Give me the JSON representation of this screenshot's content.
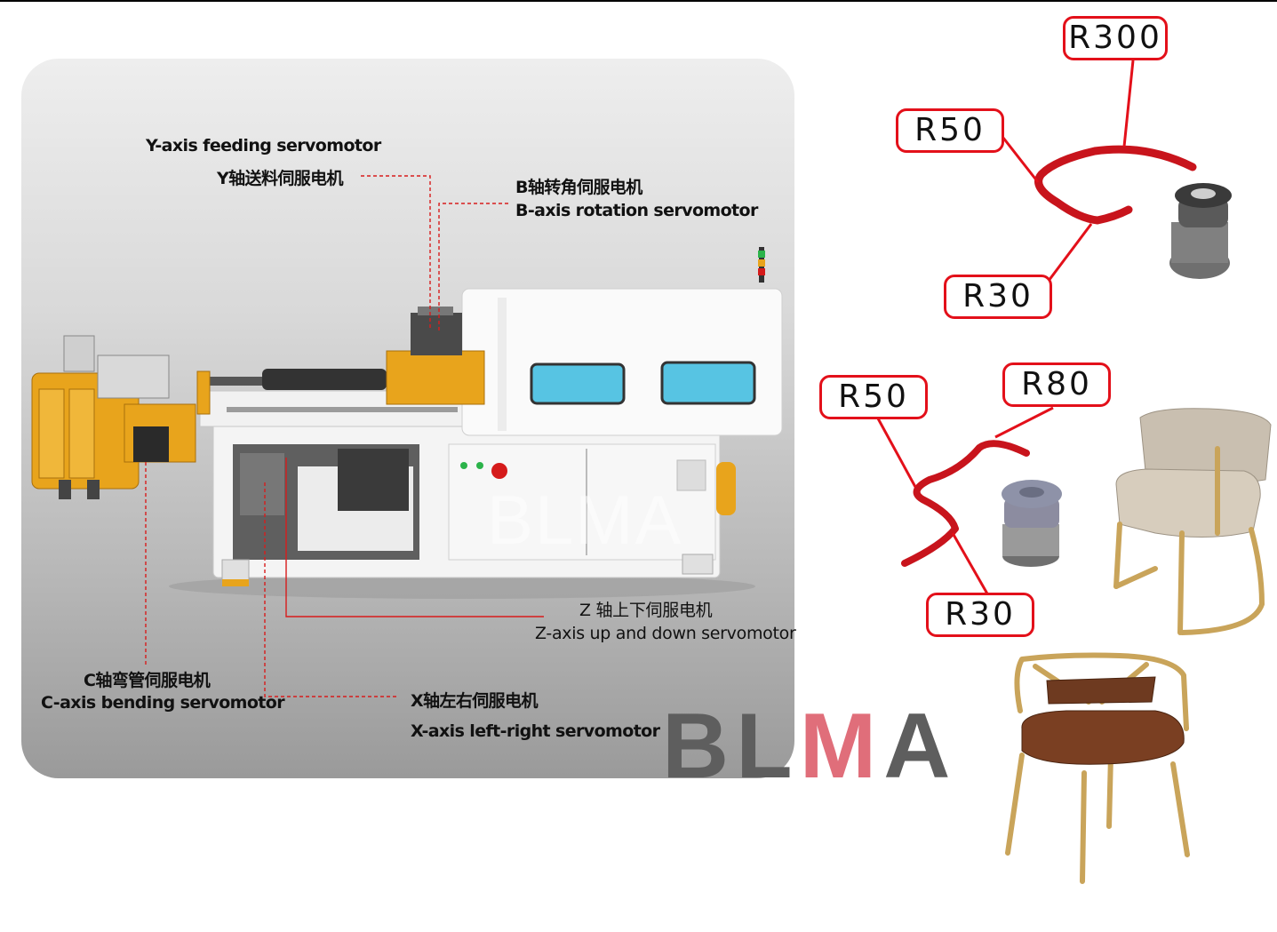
{
  "machine": {
    "labels": {
      "y_axis_en": "Y-axis feeding servomotor",
      "y_axis_cn": "Y轴送料伺服电机",
      "b_axis_cn": "B轴转角伺服电机",
      "b_axis_en": "B-axis rotation servomotor",
      "z_axis_cn": "Z 轴上下伺服电机",
      "z_axis_en": "Z-axis up and down servomotor",
      "c_axis_cn": "C轴弯管伺服电机",
      "c_axis_en": "C-axis bending servomotor",
      "x_axis_cn": "X轴左右伺服电机",
      "x_axis_en": "X-axis left-right servomotor"
    },
    "watermark": "BLMA"
  },
  "bends": {
    "top": {
      "r300": "R300",
      "r50": "R50",
      "r30": "R30"
    },
    "middle": {
      "r50": "R50",
      "r80": "R80",
      "r30": "R30"
    }
  },
  "logo": {
    "text_dark": "BL",
    "text_red": "M",
    "text_end": "A"
  },
  "colors": {
    "tube_red": "#c8141c",
    "frame_red": "#e3101a",
    "machine_yellow": "#e8a41c"
  }
}
